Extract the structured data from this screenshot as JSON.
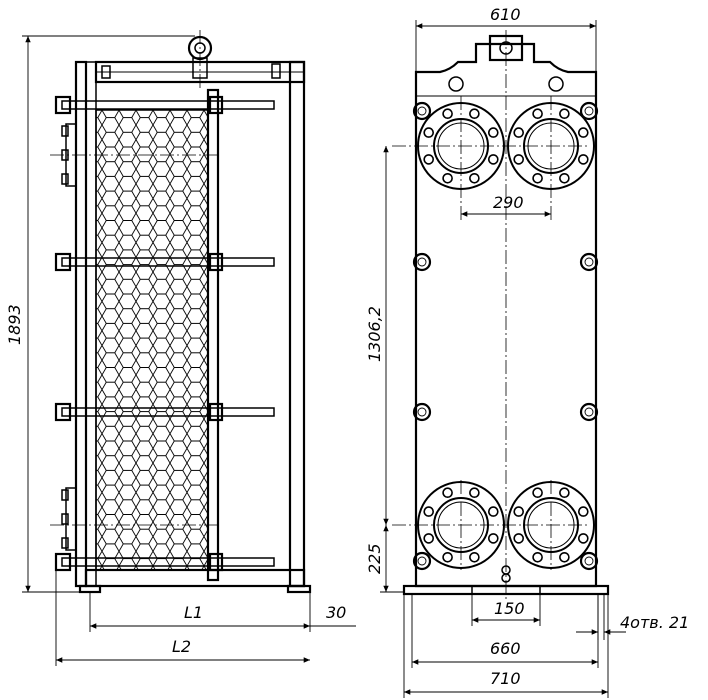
{
  "drawing": {
    "views": [
      "side-view",
      "front-view"
    ],
    "dimensions": {
      "overall_height": "1893",
      "top_width": "610",
      "port_spacing": "290",
      "port_vertical_spacing": "1306,2",
      "bottom_port_height": "225",
      "base_slot": "150",
      "hole_spacing": "660",
      "base_width": "710",
      "holes_note": "4отв. 21",
      "length_l1": "L1",
      "length_l2": "L2",
      "offset_30": "30"
    }
  }
}
